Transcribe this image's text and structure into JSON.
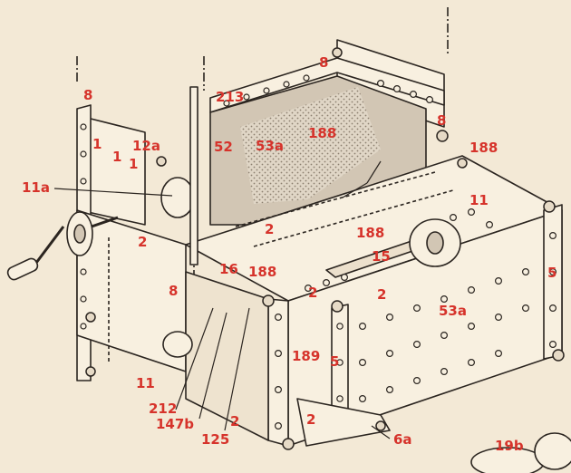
{
  "colors": {
    "paper": "#f3e9d6",
    "ink": "#2b2520",
    "label": "#d6332b",
    "panel": "#f8f0e0",
    "shade": "#d2c6b4"
  },
  "labels": {
    "l8_left": "8",
    "l8_top": "8",
    "l8_right": "8",
    "l8_mid": "8",
    "l1_a": "1",
    "l1_b": "1",
    "l1_c": "1",
    "l12a": "12a",
    "l213": "213",
    "l52": "52",
    "l53a_top": "53a",
    "l188_a": "188",
    "l188_b": "188",
    "l188_c": "188",
    "l188_d": "188",
    "l11a": "11a",
    "l2_a": "2",
    "l2_b": "2",
    "l2_c": "2",
    "l2_d": "2",
    "l2_e": "2",
    "l2_f": "2",
    "l16": "16",
    "l11_a": "11",
    "l11_b": "11",
    "l15": "15",
    "l5_a": "5",
    "l5_b": "5",
    "l53a_bottom": "53a",
    "l189": "189",
    "l212": "212",
    "l147b": "147b",
    "l125": "125",
    "l6a": "6a",
    "l19b": "19b"
  }
}
